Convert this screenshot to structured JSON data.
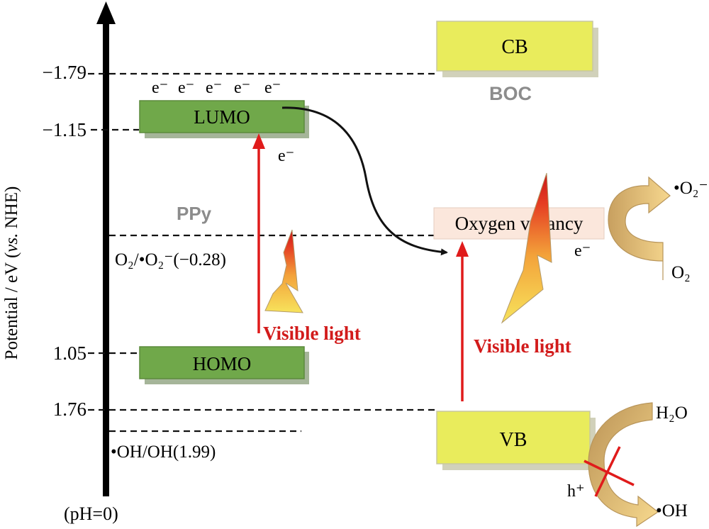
{
  "axis": {
    "label_main": "Potential / eV (",
    "label_vs": "vs.",
    "label_tail": " NHE)",
    "bottom_note": "(pH=0)",
    "ticks": [
      "−1.79",
      "−1.15",
      "1.05",
      "1.76"
    ]
  },
  "ppy": {
    "name": "PPy",
    "lumo": "LUMO",
    "homo": "HOMO",
    "electrons": [
      "e⁻",
      "e⁻",
      "e⁻",
      "e⁻",
      "e⁻"
    ],
    "transfer_electron": "e⁻",
    "light_label": "Visible light"
  },
  "boc": {
    "name": "BOC",
    "cb": "CB",
    "vb": "VB",
    "vacancy": "Oxygen vacancy",
    "vacancy_electron": "e⁻",
    "light_label": "Visible light"
  },
  "reference_levels": {
    "superoxide": "O₂/•O₂⁻(−0.28)",
    "hydroxyl": "•OH/OH(1.99)"
  },
  "reactions": {
    "o2_product": "•O₂⁻",
    "o2_reactant": "O₂",
    "h2o": "H₂O",
    "oh_product": "•OH",
    "hole": "h⁺"
  },
  "colors": {
    "ppy_box": "#70a84a",
    "boc_box": "#e9ec5c",
    "vacancy_box": "#fbe7dc",
    "light_arrow": "#e01b1b",
    "light_text": "#d21b1b",
    "material_label": "#8c8c8c",
    "curved_arrow": "#e3c27a"
  }
}
